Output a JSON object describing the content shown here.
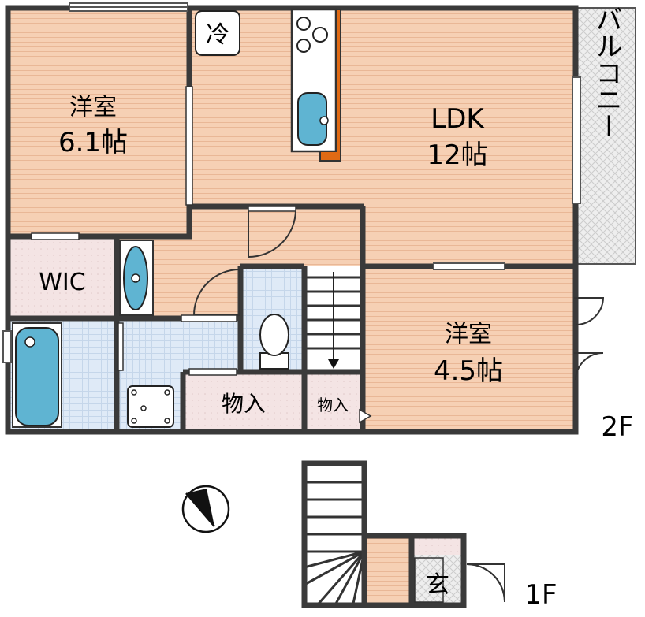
{
  "floor_2f": {
    "label": "2F",
    "rooms": {
      "western_a": {
        "name": "洋室",
        "size": "6.1帖"
      },
      "ldk": {
        "name": "LDK",
        "size": "12帖"
      },
      "western_b": {
        "name": "洋室",
        "size": "4.5帖"
      },
      "wic": {
        "name": "WIC"
      },
      "balcony": {
        "name": "バルコニー"
      },
      "storage_large": {
        "name": "物入"
      },
      "storage_small": {
        "name": "物入"
      }
    },
    "fridge_label": "冷"
  },
  "floor_1f": {
    "label": "1F",
    "entrance": "玄"
  },
  "colors": {
    "wood_floor": "#f6d0b4",
    "tile_floor": "#dce8f6",
    "closet_floor": "#f4e2e2",
    "fixture_blue": "#5fb4d2",
    "wall": "#3a3a3a",
    "counter_orange": "#e06a14"
  }
}
